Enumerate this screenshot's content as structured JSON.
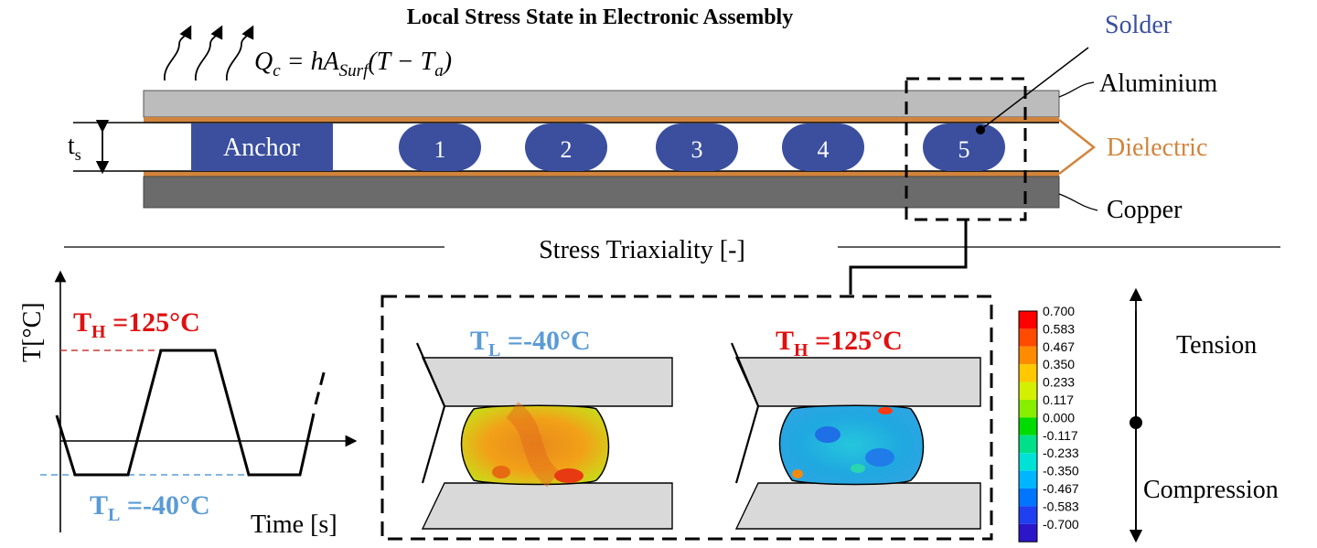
{
  "title": "Local Stress State in Electronic Assembly",
  "heat_eq": {
    "q": "Q",
    "q_sub": "c",
    "rhs_pre": " = hA",
    "a_sub": "Surf",
    "rhs_post": "(T − T",
    "ta_sub": "a",
    "close": ")"
  },
  "layers": {
    "solder": "Solder",
    "aluminium": "Aluminium",
    "dielectric": "Dielectric",
    "copper": "Copper"
  },
  "thickness": {
    "t": "t",
    "sub": "s"
  },
  "anchor_label": "Anchor",
  "joints": [
    "1",
    "2",
    "3",
    "4",
    "5"
  ],
  "triaxiality_label": "Stress Triaxiality [-]",
  "graph": {
    "ylabel": "T[°C]",
    "xlabel": "Time [s]"
  },
  "temps": {
    "high": {
      "t": "T",
      "sub": "H",
      "val": " =125°C"
    },
    "low": {
      "t": "T",
      "sub": "L",
      "val": " =-40°C"
    }
  },
  "colorbar": {
    "ticks": [
      "0.700",
      "0.583",
      "0.467",
      "0.350",
      "0.233",
      "0.117",
      "0.000",
      "-0.117",
      "-0.233",
      "-0.350",
      "-0.467",
      "-0.583",
      "-0.700"
    ],
    "colors": [
      "#ff0000",
      "#ff4a00",
      "#ff8c00",
      "#ffc800",
      "#d2f000",
      "#88ee00",
      "#00dc00",
      "#00e08a",
      "#00e2d6",
      "#00b6ff",
      "#0075ff",
      "#1f3ff0",
      "#2b16c8"
    ]
  },
  "axis_labels": {
    "tension": "Tension",
    "compression": "Compression"
  },
  "colors": {
    "solder": "#3b4f9e",
    "copper_line": "#d1843c",
    "dielectric_text": "#d1843c",
    "high": "#e01010",
    "low": "#5a9bd5"
  }
}
